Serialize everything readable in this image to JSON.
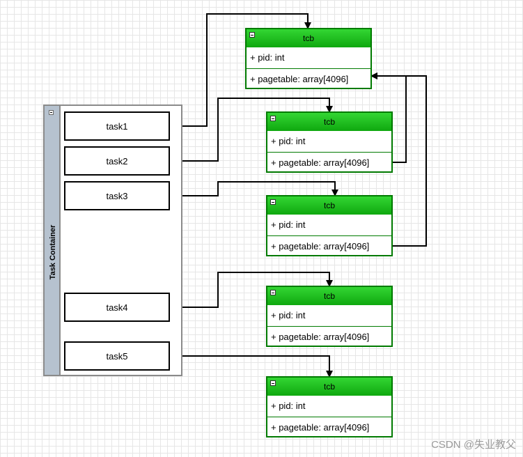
{
  "container": {
    "title": "Task Container"
  },
  "tasks": [
    {
      "label": "task1"
    },
    {
      "label": "task2"
    },
    {
      "label": "task3"
    },
    {
      "label": "task4"
    },
    {
      "label": "task5"
    }
  ],
  "tcbs": [
    {
      "title": "tcb",
      "attribute": "+ pid: int",
      "field": "+ pagetable: array[4096]"
    },
    {
      "title": "tcb",
      "attribute": "+ pid: int",
      "field": "+ pagetable: array[4096]"
    },
    {
      "title": "tcb",
      "attribute": "+ pid: int",
      "field": "+ pagetable: array[4096]"
    },
    {
      "title": "tcb",
      "attribute": "+ pid: int",
      "field": "+ pagetable: array[4096]"
    },
    {
      "title": "tcb",
      "attribute": "+ pid: int",
      "field": "+ pagetable: array[4096]"
    }
  ],
  "watermark": "CSDN @失业教父",
  "colors": {
    "header": "#1fbf1f",
    "border": "#007a00",
    "container_bar": "#b6c2cf"
  }
}
